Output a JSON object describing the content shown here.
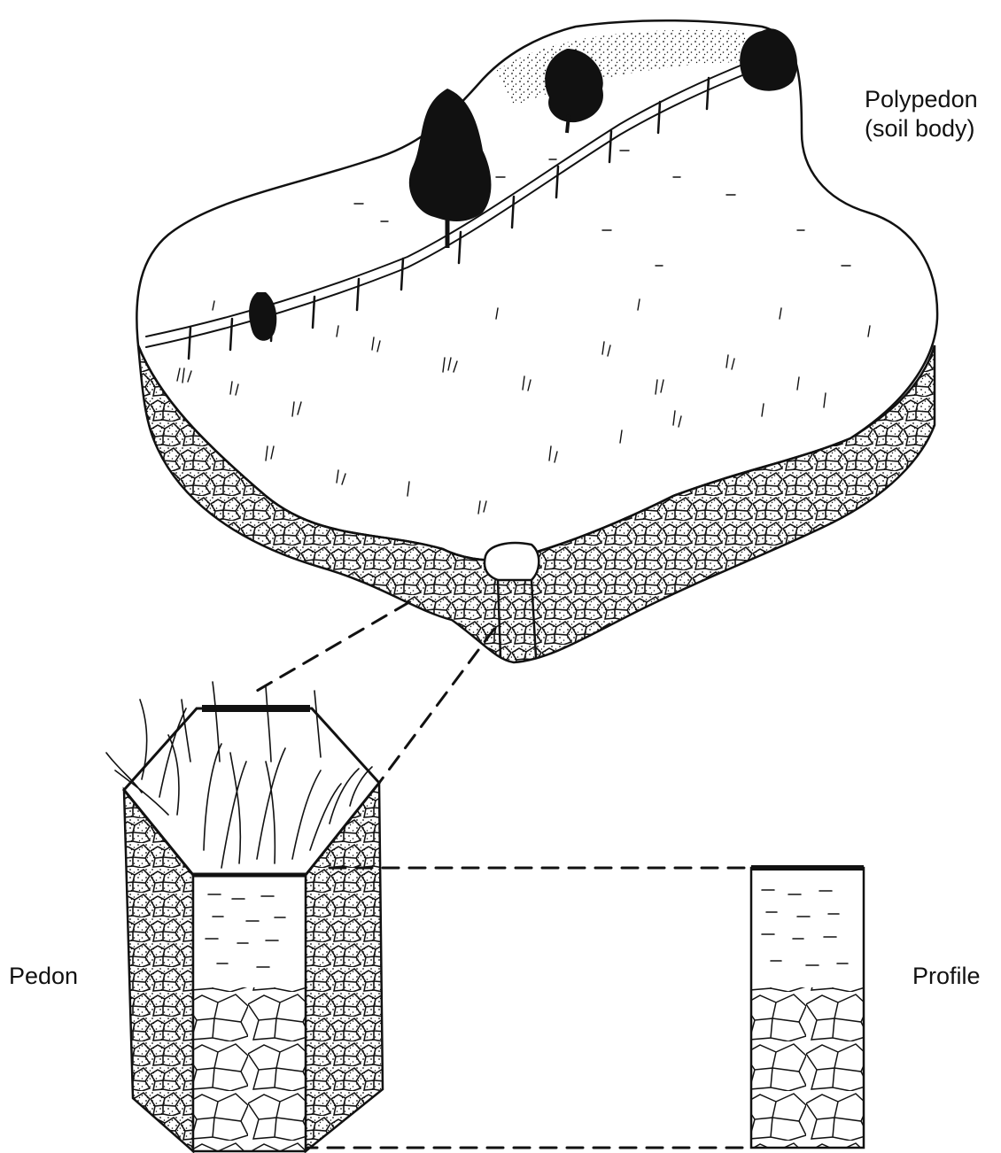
{
  "labels": {
    "polypedon_line1": "Polypedon",
    "polypedon_line2": "(soil body)",
    "pedon": "Pedon",
    "profile": "Profile"
  },
  "colors": {
    "ink": "#111111",
    "background": "#ffffff"
  }
}
